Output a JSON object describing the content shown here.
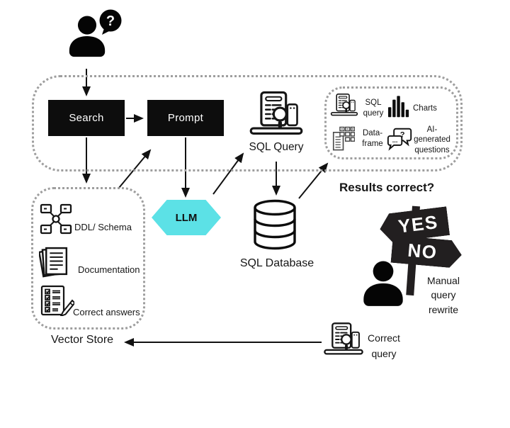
{
  "diagram": {
    "user": {
      "bubble_glyph": "?"
    },
    "search": {
      "label": "Search"
    },
    "prompt": {
      "label": "Prompt"
    },
    "sql_query": {
      "label": "SQL Query"
    },
    "llm": {
      "label": "LLM",
      "fill": "#5ce1e6"
    },
    "sql_database": {
      "label": "SQL Database"
    },
    "results_panel": {
      "items": [
        {
          "label": "SQL query",
          "icon": "laptop-search-icon"
        },
        {
          "label": "Charts",
          "icon": "bar-chart-icon"
        },
        {
          "label": "Data-frame",
          "icon": "dataframe-icon"
        },
        {
          "label": "AI-generated questions",
          "icon": "chat-questions-icon"
        }
      ]
    },
    "vector_store": {
      "label": "Vector Store",
      "items": [
        {
          "label": "DDL/ Schema",
          "icon": "schema-icon"
        },
        {
          "label": "Documentation",
          "icon": "documents-icon"
        },
        {
          "label": "Correct answers",
          "icon": "checklist-icon"
        }
      ]
    },
    "decision": {
      "question": "Results correct?",
      "yes": "YES",
      "no": "NO",
      "note": "Manual query rewrite"
    },
    "correct_query": {
      "label": "Correct query"
    },
    "chat_icon": {
      "question": "?",
      "dots": "..."
    },
    "colors": {
      "node_bg": "#0d0d0d",
      "dash_border": "#9e9e9e",
      "sign_bg": "#221f20",
      "arrow": "#111111"
    }
  }
}
